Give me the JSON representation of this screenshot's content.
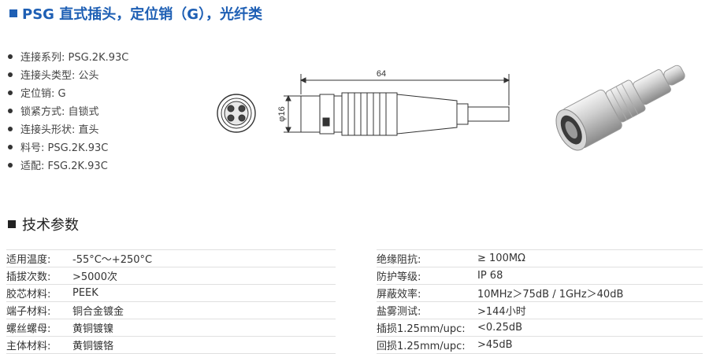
{
  "header": {
    "title": "PSG 直式插头，定位销（G），光纤类"
  },
  "features": [
    "连接系列: PSG.2K.93C",
    "连接头类型: 公头",
    "定位销: G",
    "锁紧方式: 自锁式",
    "连接头形状: 直头",
    "料号: PSG.2K.93C",
    "适配: FSG.2K.93C"
  ],
  "drawing": {
    "length_label": "64",
    "diameter_label": "φ16"
  },
  "section": {
    "title": "技术参数"
  },
  "specs_left": [
    {
      "key": "适用温度:",
      "value": "-55°C～+250°C"
    },
    {
      "key": "插拔次数:",
      "value": ">5000次"
    },
    {
      "key": "胶芯材料:",
      "value": "PEEK"
    },
    {
      "key": "端子材料:",
      "value": "铜合金镀金"
    },
    {
      "key": "螺丝螺母:",
      "value": "黄铜镀镍"
    },
    {
      "key": "主体材料:",
      "value": "黄铜镀铬"
    }
  ],
  "specs_right": [
    {
      "key": "绝缘阻抗:",
      "value": "≥ 100MΩ"
    },
    {
      "key": "防护等级:",
      "value": "IP 68"
    },
    {
      "key": "屏蔽效率:",
      "value": "10MHz＞75dB / 1GHz＞40dB"
    },
    {
      "key": "盐雾测试:",
      "value": ">144小时"
    },
    {
      "key": "插损1.25mm/upc:",
      "value": "<0.25dB"
    },
    {
      "key": "回损1.25mm/upc:",
      "value": ">45dB"
    }
  ]
}
